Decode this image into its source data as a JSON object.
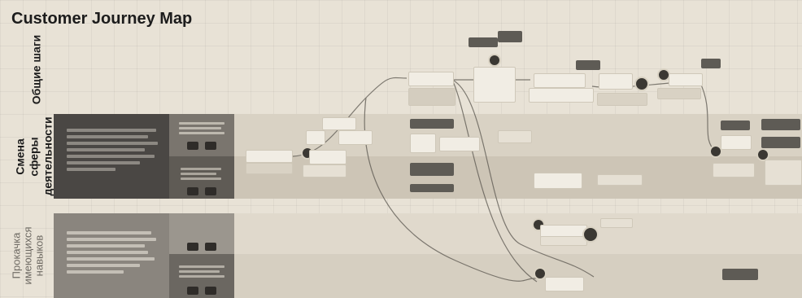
{
  "title": "Customer Journey Map",
  "rows": {
    "general_steps": "Общие шаги",
    "career_change": "Смена сферы деятельности",
    "upskilling": "Прокачка имеющихся навыков"
  },
  "colors": {
    "background": "#e8e2d6",
    "lane_light": "#d9d2c4",
    "lane_alt": "#cdc5b6",
    "dark_panel": "#4a4744",
    "mid_panel": "#7a756e",
    "card": "#f1ede4",
    "gray_card": "#5e5b55"
  }
}
